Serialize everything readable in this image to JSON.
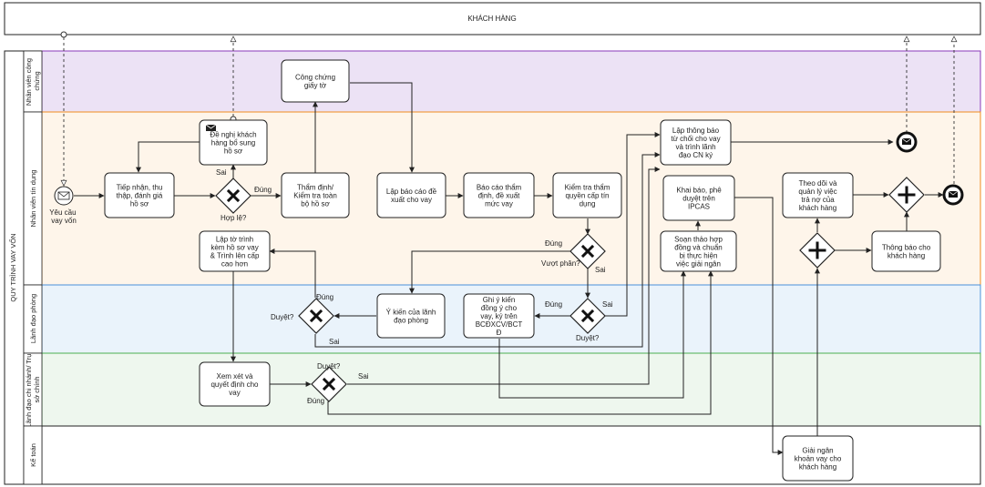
{
  "pool_customer": "KHÁCH HÀNG",
  "pool_main": "QUY TRÌNH VAY VỐN",
  "lanes": [
    {
      "id": "notary",
      "label_lines": [
        "Nhân viên công",
        "chứng"
      ],
      "color": "#ece2f5",
      "border": "#8a3ab9"
    },
    {
      "id": "credit",
      "label_lines": [
        "Nhân viên tín dụng"
      ],
      "color": "#fef5ea",
      "border": "#f08c1e"
    },
    {
      "id": "dept",
      "label_lines": [
        "Lãnh đạo phòng"
      ],
      "color": "#eaf3fb",
      "border": "#4a90d9"
    },
    {
      "id": "branch",
      "label_lines": [
        "Lãnh đạo chi nhánh/ Trụ",
        "sở chính"
      ],
      "color": "#eef7ee",
      "border": "#4caf50"
    },
    {
      "id": "acct",
      "label_lines": [
        "Kế toán"
      ],
      "color": "#ffffff",
      "border": "#222222"
    }
  ],
  "start_event": {
    "label_lines": [
      "Yêu cầu",
      "vay vốn"
    ]
  },
  "tasks": [
    {
      "id": "receive",
      "lines": [
        "Tiếp nhận, thu",
        "thập, đánh giá",
        "hồ sơ"
      ]
    },
    {
      "id": "request_more",
      "lines": [
        "Đề nghị khách",
        "hàng bổ sung",
        "hồ sơ"
      ]
    },
    {
      "id": "appraise",
      "lines": [
        "Thẩm định/",
        "Kiểm tra toàn",
        "bộ hồ sơ"
      ]
    },
    {
      "id": "notarize",
      "lines": [
        "Công chứng",
        "giấy tờ"
      ]
    },
    {
      "id": "report_propose",
      "lines": [
        "Lập báo cáo đề",
        "xuất cho vay"
      ]
    },
    {
      "id": "report_amount",
      "lines": [
        "Báo cáo thẩm",
        "định, đề xuất",
        "mức vay"
      ]
    },
    {
      "id": "check_authority",
      "lines": [
        "Kiểm tra thẩm",
        "quyền cấp tín",
        "dụng"
      ]
    },
    {
      "id": "reject_notice",
      "lines": [
        "Lập thông báo",
        "từ chối cho vay",
        "và trình lãnh",
        "đạo CN ký"
      ]
    },
    {
      "id": "declare",
      "lines": [
        "Khai báo, phê",
        "duyệt trên",
        "IPCAS"
      ]
    },
    {
      "id": "contract",
      "lines": [
        "Soạn thảo hợp",
        "đồng và chuẩn",
        "bị thực hiện",
        "việc giải ngân"
      ]
    },
    {
      "id": "monitor",
      "lines": [
        "Theo dõi và",
        "quản lý việc",
        "trả nợ của",
        "khách hàng"
      ]
    },
    {
      "id": "notify",
      "lines": [
        "Thông báo cho",
        "khách hàng"
      ]
    },
    {
      "id": "submit_up",
      "lines": [
        "Lập tờ trình",
        "kèm hồ sơ vay",
        "& Trình lên cấp",
        "cao hơn"
      ]
    },
    {
      "id": "dept_opinion",
      "lines": [
        "Ý kiến của lãnh",
        "đạo phòng"
      ]
    },
    {
      "id": "record_opinion",
      "lines": [
        "Ghi ý kiến",
        "đồng ý cho",
        "vay, ký trên",
        "BCĐXCV/BCT",
        "Đ"
      ]
    },
    {
      "id": "review_decide",
      "lines": [
        "Xem xét và",
        "quyết định cho",
        "vay"
      ]
    },
    {
      "id": "disburse",
      "lines": [
        "Giải ngân",
        "khoản vay cho",
        "khách hàng"
      ]
    }
  ],
  "labels": {
    "g1_question": "Hợp lệ?",
    "g1_yes": "Đúng",
    "g1_no": "Sai",
    "g2_question": "Vượt phân?",
    "g2_yes": "Đúng",
    "g2_no": "Sai",
    "g3_question": "Duyệt?",
    "g3_yes": "Đúng",
    "g3_no": "Sai",
    "g4_question": "Duyệt?",
    "g4_yes": "Đúng",
    "g4_no": "Sai",
    "g5_question": "Duyệt?",
    "g5_yes": "Đúng",
    "g5_no": "Sai"
  }
}
